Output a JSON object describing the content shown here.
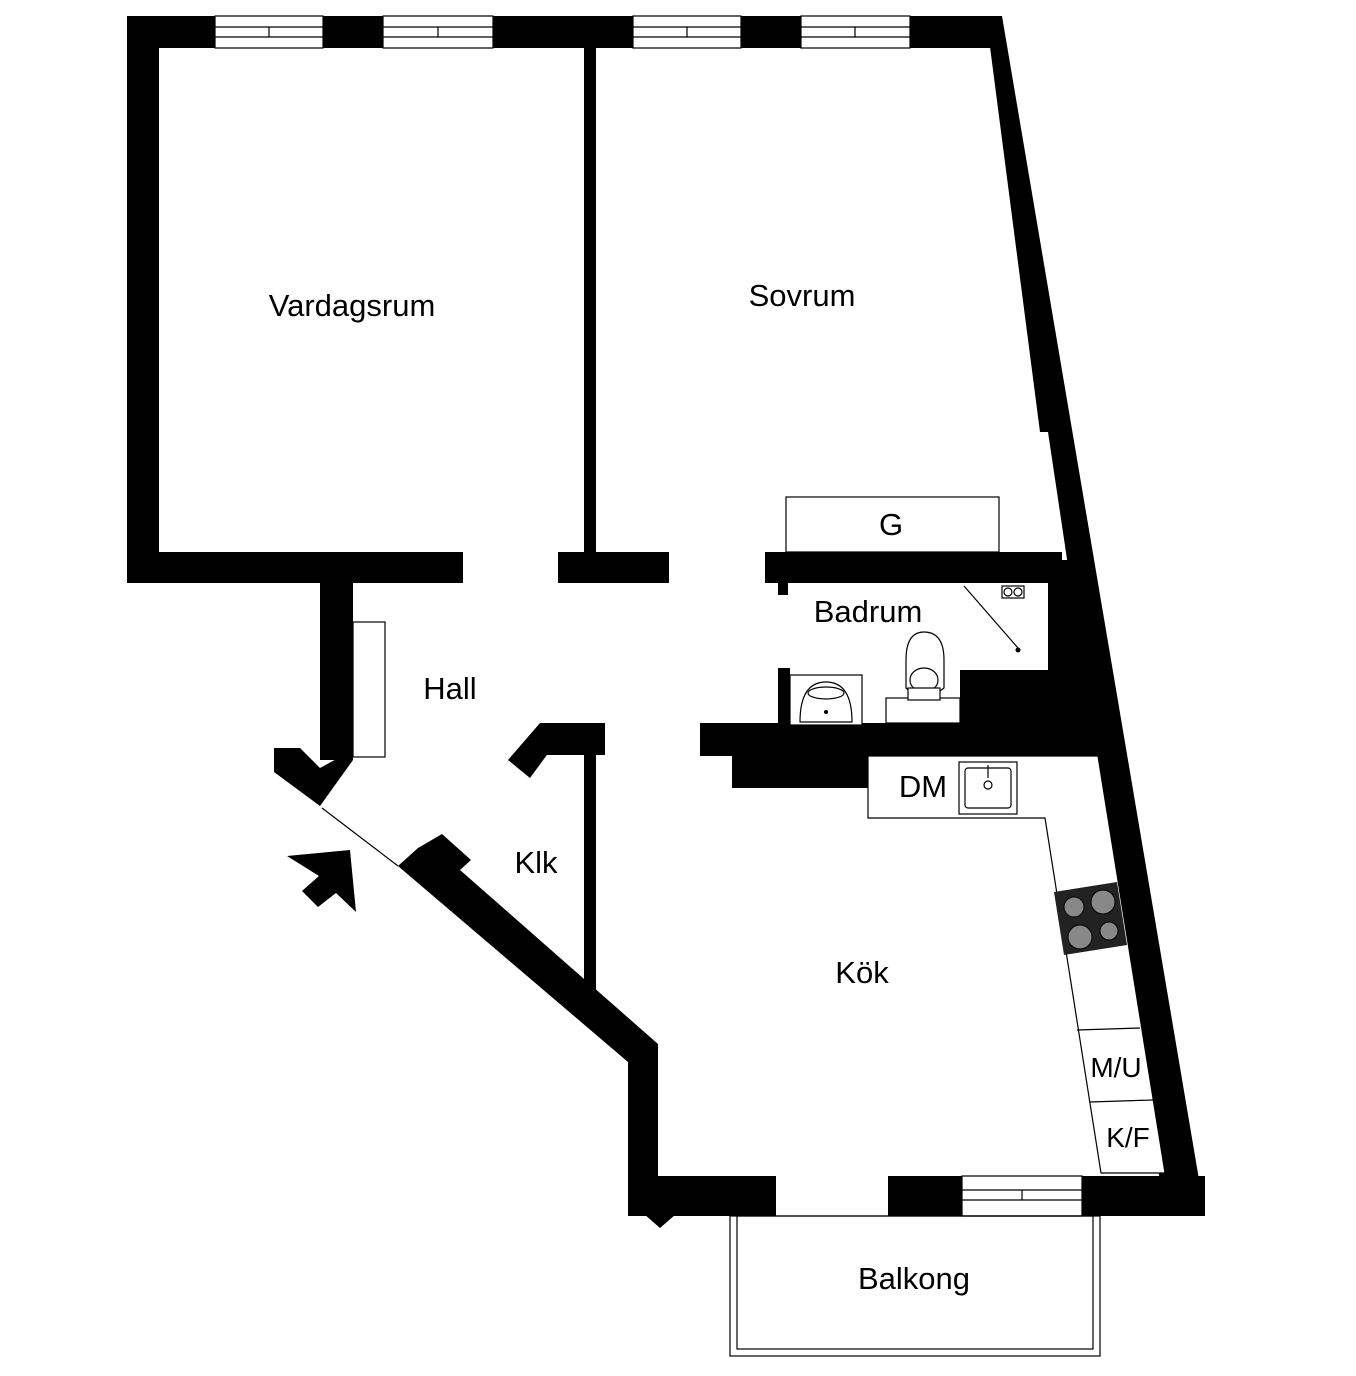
{
  "plan": {
    "rooms": {
      "vardagsrum": "Vardagsrum",
      "sovrum": "Sovrum",
      "hall": "Hall",
      "klk": "Klk",
      "badrum": "Badrum",
      "kok": "Kök",
      "balkong": "Balkong"
    },
    "fixtures": {
      "g": "G",
      "dm": "DM",
      "mu": "M/U",
      "kf": "K/F"
    }
  }
}
